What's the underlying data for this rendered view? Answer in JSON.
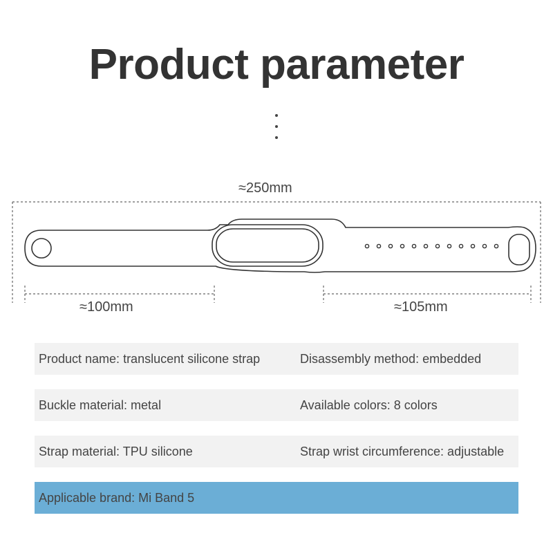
{
  "title": "Product parameter",
  "dimensions": {
    "total": "≈250mm",
    "left": "≈100mm",
    "right": "≈105mm"
  },
  "specs": [
    {
      "left": "Product name: translucent silicone strap",
      "right": "Disassembly method: embedded"
    },
    {
      "left": "Buckle material: metal",
      "right": "Available colors: 8 colors"
    },
    {
      "left": "Strap material: TPU silicone",
      "right": "Strap wrist circumference: adjustable"
    },
    {
      "left": "Applicable brand: Mi Band 5",
      "right": ""
    }
  ],
  "colors": {
    "highlight_row": "#6baed6",
    "row_bg": "#f2f2f2",
    "title": "#333333"
  }
}
